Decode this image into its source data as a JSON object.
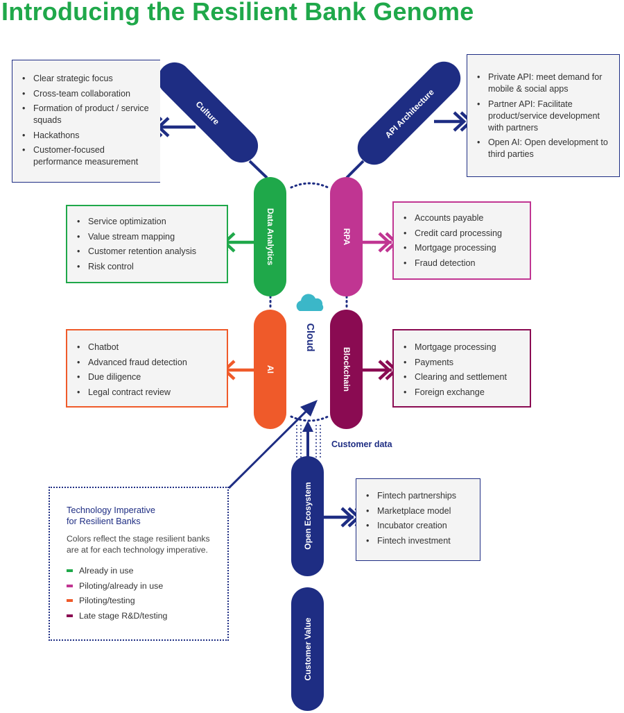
{
  "title": "Introducing the Resilient Bank Genome",
  "colors": {
    "title_green": "#1fa84a",
    "navy": "#1e2d83",
    "green": "#1fa84a",
    "magenta": "#c03592",
    "orange": "#ef5a2a",
    "burgundy": "#8a0b52",
    "cloud": "#3bb7c8"
  },
  "pills": {
    "culture": "Culture",
    "api": "API Architecture",
    "data_analytics": "Data Analytics",
    "rpa": "RPA",
    "ai": "AI",
    "blockchain": "Blockchain",
    "open_ecosystem": "Open Ecosystem",
    "customer_value": "Customer Value"
  },
  "cloud_label": "Cloud",
  "customer_data_label": "Customer data",
  "boxes": {
    "culture": [
      "Clear strategic focus",
      "Cross-team collaboration",
      "Formation of product / service squads",
      "Hackathons",
      "Customer-focused performance measurement"
    ],
    "api": [
      "Private API: meet demand for mobile & social apps",
      "Partner API: Facilitate product/service development with partners",
      "Open AI: Open development to third parties"
    ],
    "data_analytics": [
      "Service optimization",
      "Value stream mapping",
      "Customer retention analysis",
      "Risk control"
    ],
    "rpa": [
      "Accounts payable",
      "Credit card processing",
      "Mortgage processing",
      "Fraud detection"
    ],
    "ai": [
      "Chatbot",
      "Advanced fraud detection",
      "Due diligence",
      "Legal contract review"
    ],
    "blockchain": [
      "Mortgage processing",
      "Payments",
      "Clearing and settlement",
      "Foreign exchange"
    ],
    "open_ecosystem": [
      "Fintech partnerships",
      "Marketplace model",
      "Incubator creation",
      "Fintech investment"
    ]
  },
  "legend": {
    "title_line1": "Technology Imperative",
    "title_line2": "for Resilient Banks",
    "description": "Colors reflect the stage resilient banks are at for each technology imperative.",
    "items": [
      {
        "label": "Already in use",
        "color": "#1fa84a"
      },
      {
        "label": "Piloting/already in use",
        "color": "#c03592"
      },
      {
        "label": "Piloting/testing",
        "color": "#ef5a2a"
      },
      {
        "label": "Late stage R&D/testing",
        "color": "#8a0b52"
      }
    ]
  }
}
